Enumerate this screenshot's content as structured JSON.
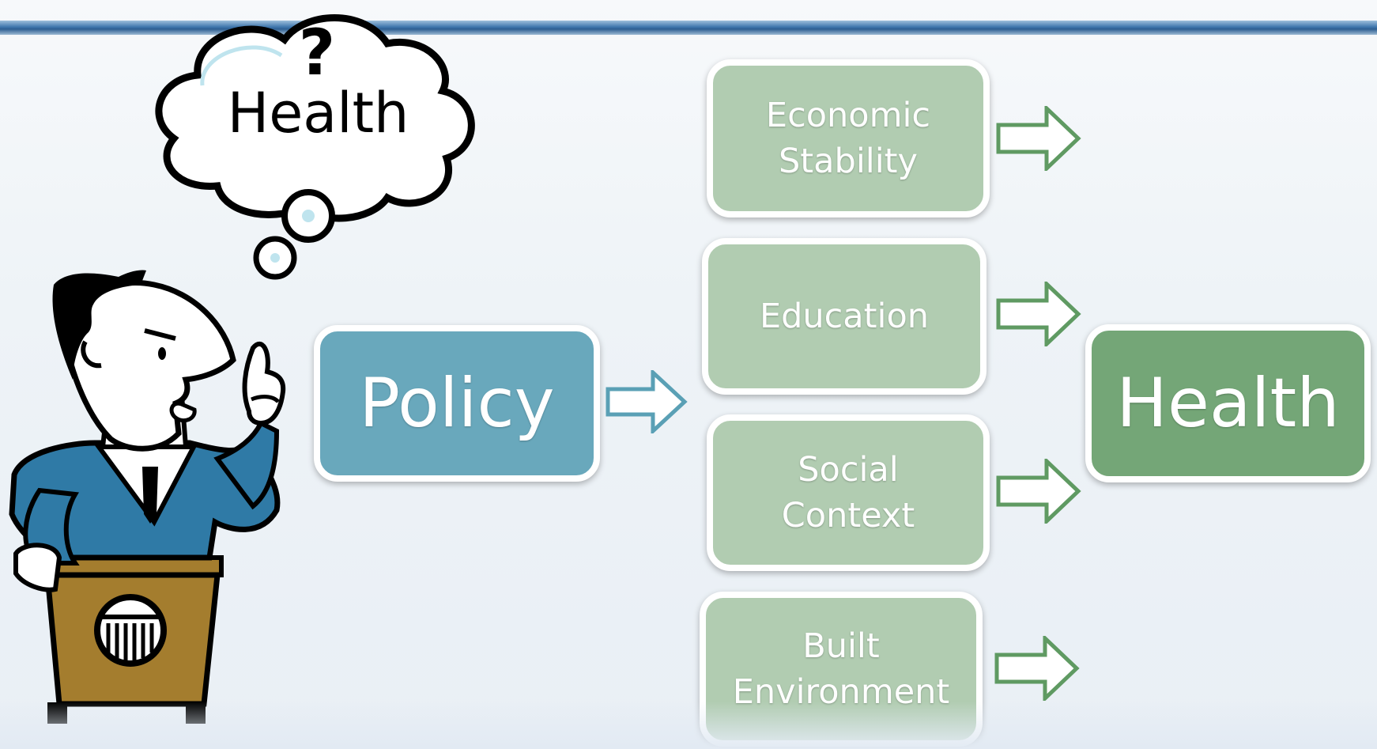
{
  "thought": {
    "symbol": "?",
    "text": "Health"
  },
  "policy": {
    "label": "Policy"
  },
  "determinants": [
    {
      "label": "Economic\nStability"
    },
    {
      "label": "Education"
    },
    {
      "label": "Social\nContext"
    },
    {
      "label": "Built\nEnvironment"
    }
  ],
  "outcome": {
    "label": "Health"
  },
  "colors": {
    "policy_fill": "#69a8bc",
    "determinant_fill": "#b1ccb1",
    "outcome_fill": "#74a677",
    "policy_arrow": "#5aa0b5",
    "determinant_arrow": "#5f9a62"
  }
}
